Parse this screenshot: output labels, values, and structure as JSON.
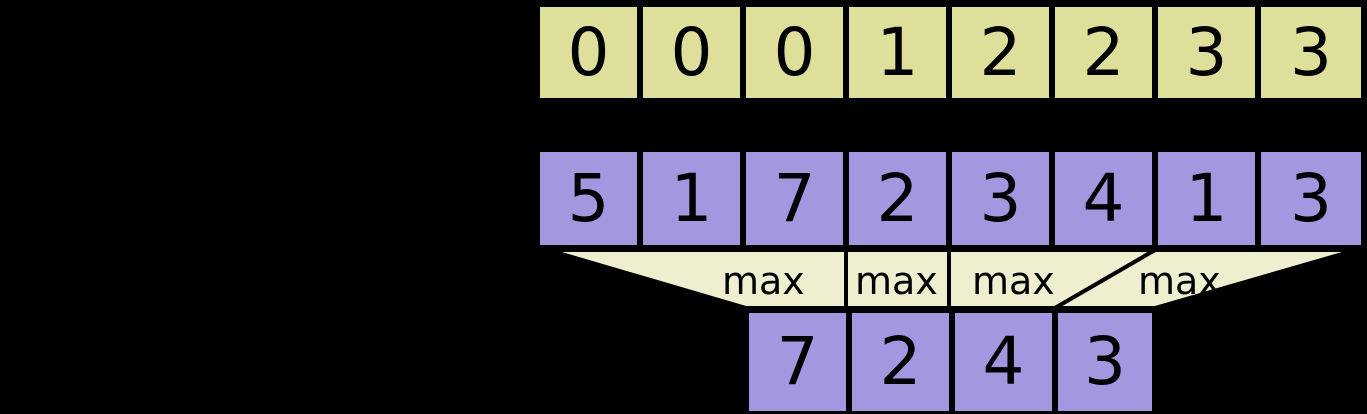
{
  "diagram": {
    "title": "max-pooling",
    "colors": {
      "index_fill": "#DEDF9A",
      "input_fill": "#A398E0",
      "output_fill": "#A398E0",
      "funnel_fill": "#EFEFCF",
      "stroke": "#000000",
      "background": "#000000"
    },
    "rows": {
      "index_row": {
        "name": "index-row",
        "values": [
          "0",
          "0",
          "0",
          "1",
          "2",
          "2",
          "3",
          "3"
        ]
      },
      "input_row": {
        "name": "input-row",
        "values": [
          "5",
          "1",
          "7",
          "2",
          "3",
          "4",
          "1",
          "3"
        ]
      },
      "output_row": {
        "name": "output-row",
        "values": [
          "7",
          "2",
          "4",
          "3"
        ]
      }
    },
    "funnels": [
      {
        "label": "max"
      },
      {
        "label": "max"
      },
      {
        "label": "max"
      },
      {
        "label": "max"
      }
    ]
  }
}
